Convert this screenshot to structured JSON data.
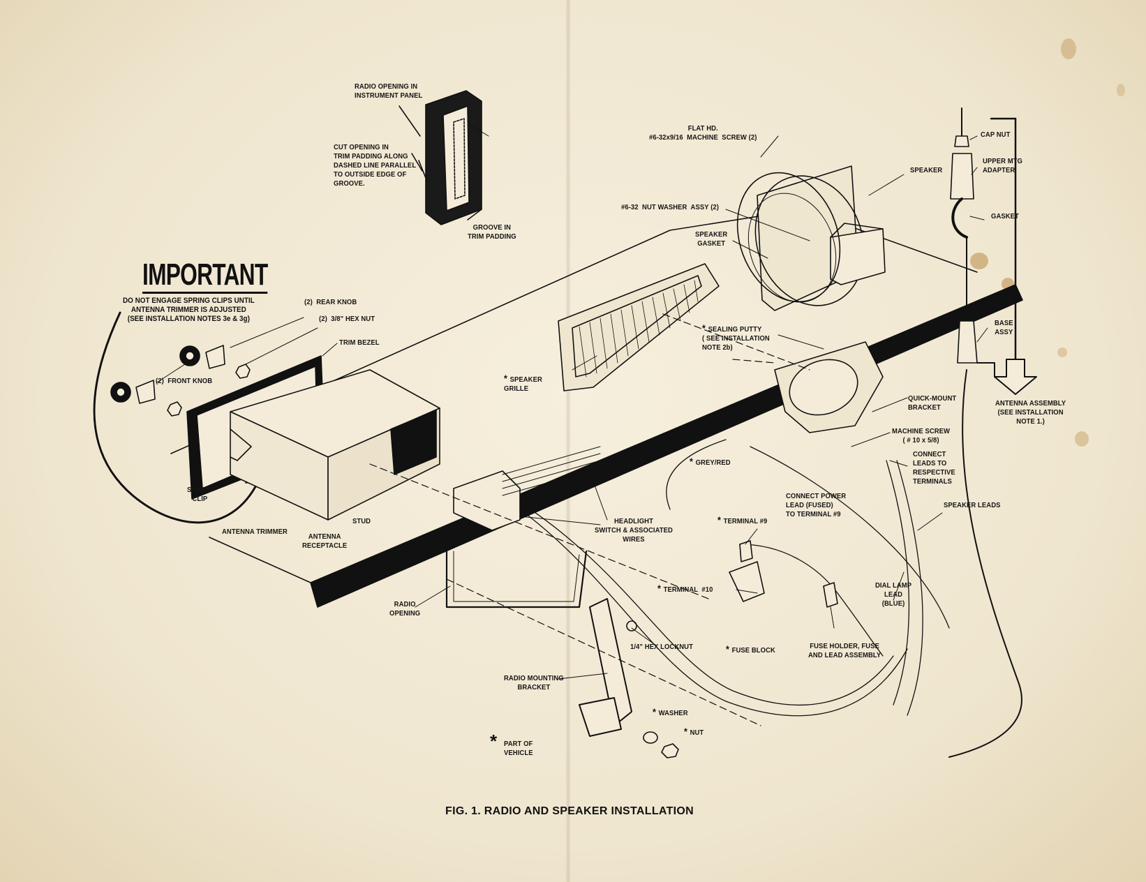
{
  "important": {
    "title": "IMPORTANT",
    "note": "DO NOT ENGAGE SPRING CLIPS UNTIL\nANTENNA TRIMMER IS ADJUSTED\n(SEE INSTALLATION NOTES 3e & 3g)"
  },
  "caption": "FIG. 1. RADIO AND SPEAKER INSTALLATION",
  "labels": {
    "radio_opening_panel": "RADIO OPENING IN\nINSTRUMENT PANEL",
    "cut_opening": "CUT OPENING IN\nTRIM PADDING ALONG\nDASHED LINE PARALLEL\nTO OUTSIDE EDGE OF\nGROOVE.",
    "groove": "GROOVE IN\nTRIM PADDING",
    "rear_knob": "(2)  REAR KNOB",
    "hex_nut": "(2)  3/8\" HEX NUT",
    "trim_bezel": "TRIM BEZEL",
    "front_knob": "(2)  FRONT KNOB",
    "spring_clip": "SPRING\nCLIP",
    "antenna_trimmer": "ANTENNA TRIMMER",
    "antenna_receptacle": "ANTENNA\nRECEPTACLE",
    "stud": "STUD",
    "speaker_grille": "SPEAKER\nGRILLE",
    "headlight": "HEADLIGHT\nSWITCH & ASSOCIATED\nWIRES",
    "radio_opening": "RADIO\nOPENING",
    "radio_mounting_bracket": "RADIO MOUNTING\nBRACKET",
    "hex_locknut": "1/4\" HEX LOCKNUT",
    "washer": "WASHER",
    "nut": "NUT",
    "part_of_vehicle": "PART OF\nVEHICLE",
    "flat_hd": "FLAT HD.\n#6-32x9/16  MACHINE  SCREW (2)",
    "nut_washer": "#6-32  NUT WASHER  ASSY (2)",
    "speaker_gasket": "SPEAKER\nGASKET",
    "speaker": "SPEAKER",
    "sealing_putty": "SEALING PUTTY\n( SEE INSTALLATION\nNOTE 2b)",
    "quick_mount": "QUICK-MOUNT\nBRACKET",
    "machine_screw": "MACHINE SCREW\n( # 10 x 5/8)",
    "grey_red": "GREY/RED",
    "connect_power": "CONNECT POWER\nLEAD (FUSED)\nTO TERMINAL #9",
    "terminal9": "TERMINAL #9",
    "terminal10": "TERMINAL  #10",
    "fuse_block": "FUSE BLOCK",
    "fuse_holder": "FUSE HOLDER, FUSE\nAND LEAD ASSEMBLY",
    "dial_lamp": "DIAL LAMP\nLEAD\n(BLUE)",
    "connect_leads": "CONNECT\nLEADS TO\nRESPECTIVE\nTERMINALS",
    "speaker_leads": "SPEAKER LEADS",
    "cap_nut": "CAP NUT",
    "upper_mtg": "UPPER MTG\nADAPTER",
    "gasket": "GASKET",
    "base_assy": "BASE\nASSY",
    "antenna_assembly": "ANTENNA ASSEMBLY\n(SEE INSTALLATION\nNOTE 1.)"
  }
}
